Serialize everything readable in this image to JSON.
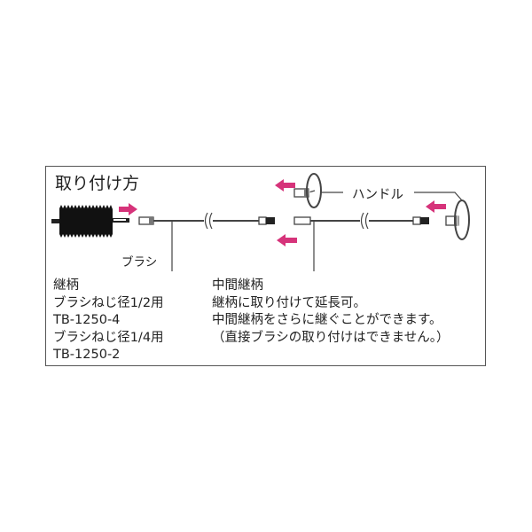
{
  "colors": {
    "accent_arrow": "#d6337a",
    "border": "#555555",
    "text": "#222222"
  },
  "title": "取り付け方",
  "diagram": {
    "brush_label": "ブラシ",
    "handle_label": "ハンドル",
    "icons": [
      "brush-icon",
      "arrow-right-icon",
      "arrow-left-icon",
      "handle-icon",
      "rod-break-icon",
      "connector-icon"
    ]
  },
  "left_block": {
    "lines": [
      "継柄",
      "ブラシねじ径1/2用",
      "TB-1250-4",
      "ブラシねじ径1/4用",
      "TB-1250-2"
    ]
  },
  "right_block": {
    "lines": [
      "中間継柄",
      "継柄に取り付けて延長可。",
      "中間継柄をさらに継ぐことができます。",
      "（直接ブラシの取り付けはできません。）"
    ]
  }
}
